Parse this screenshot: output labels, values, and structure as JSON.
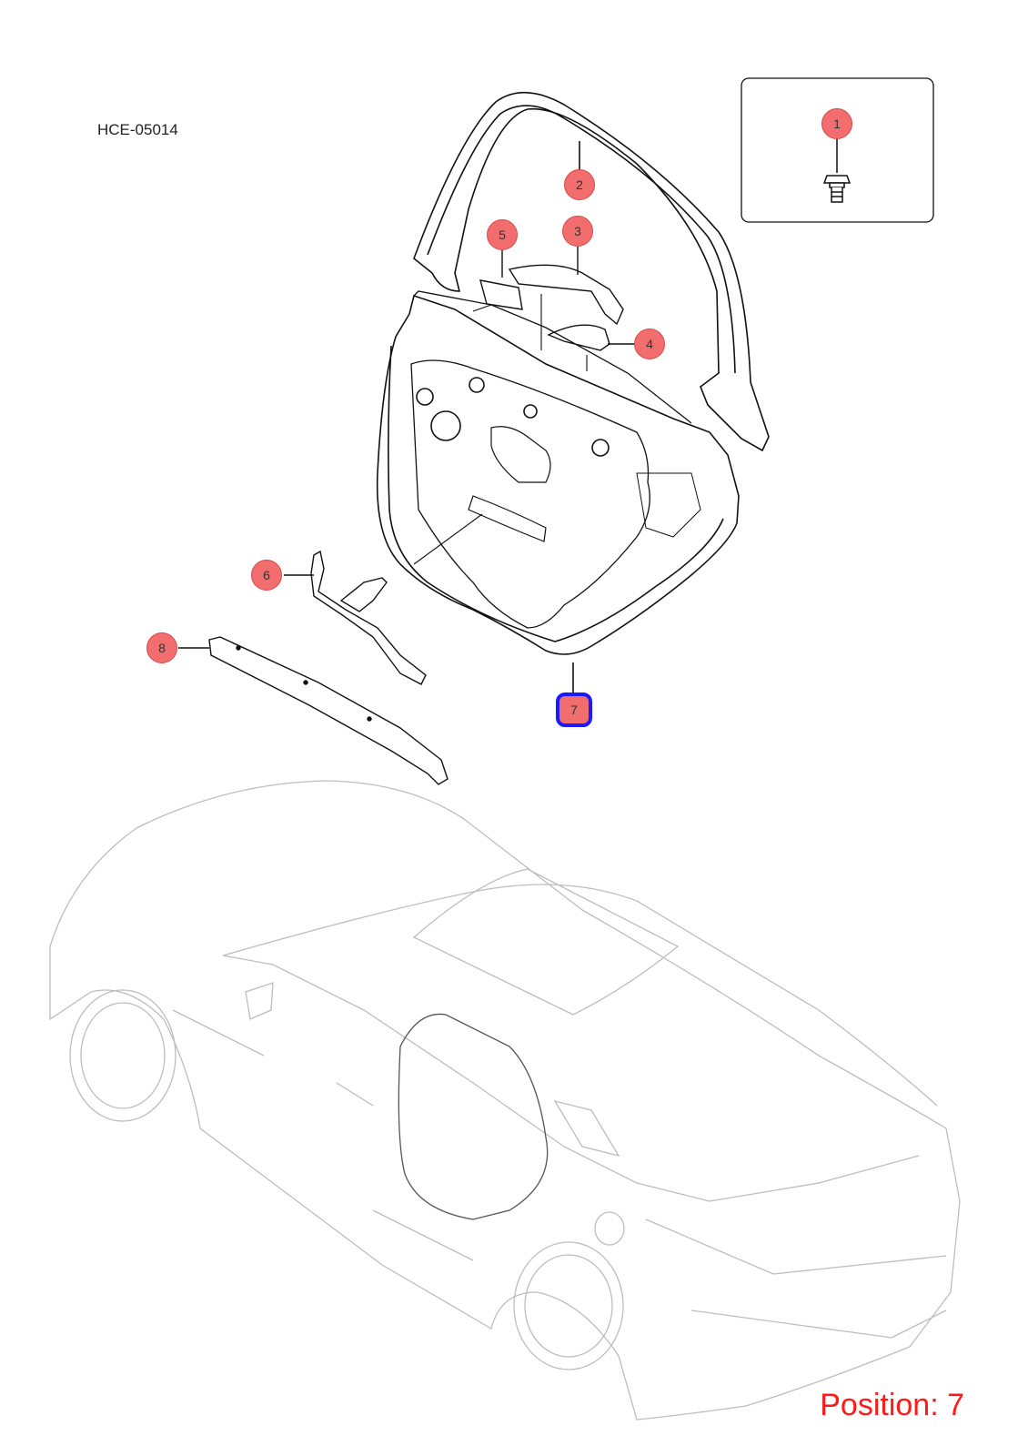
{
  "diagram_code": "HCE-05014",
  "position_label": "Position: 7",
  "callouts": [
    {
      "label": "1"
    },
    {
      "label": "2"
    },
    {
      "label": "3"
    },
    {
      "label": "4"
    },
    {
      "label": "5"
    },
    {
      "label": "6"
    },
    {
      "label": "7",
      "selected": true
    },
    {
      "label": "8"
    }
  ],
  "colors": {
    "callout_fill": "#f26d6d",
    "selected_border": "#1a1aff",
    "position_text": "#ff1a1a",
    "car_outline": "#bdbdbd",
    "part_outline": "#111111"
  }
}
